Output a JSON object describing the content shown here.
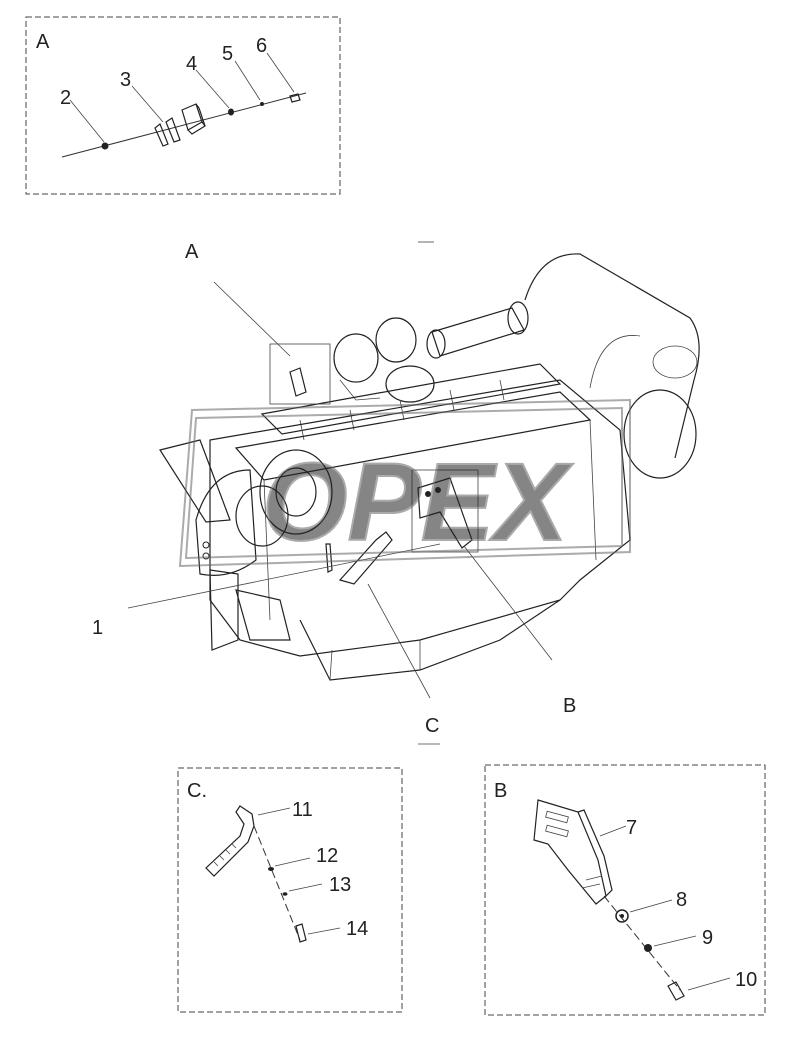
{
  "detail_a": {
    "title": "A",
    "callouts": [
      "2",
      "3",
      "4",
      "5",
      "6"
    ]
  },
  "main_view": {
    "callouts": [
      "A",
      "1",
      "B",
      "C"
    ]
  },
  "detail_c": {
    "title": "C.",
    "callouts": [
      "11",
      "12",
      "13",
      "14"
    ]
  },
  "detail_b": {
    "title": "B",
    "callouts": [
      "7",
      "8",
      "9",
      "10"
    ]
  },
  "watermark": "OPEX"
}
